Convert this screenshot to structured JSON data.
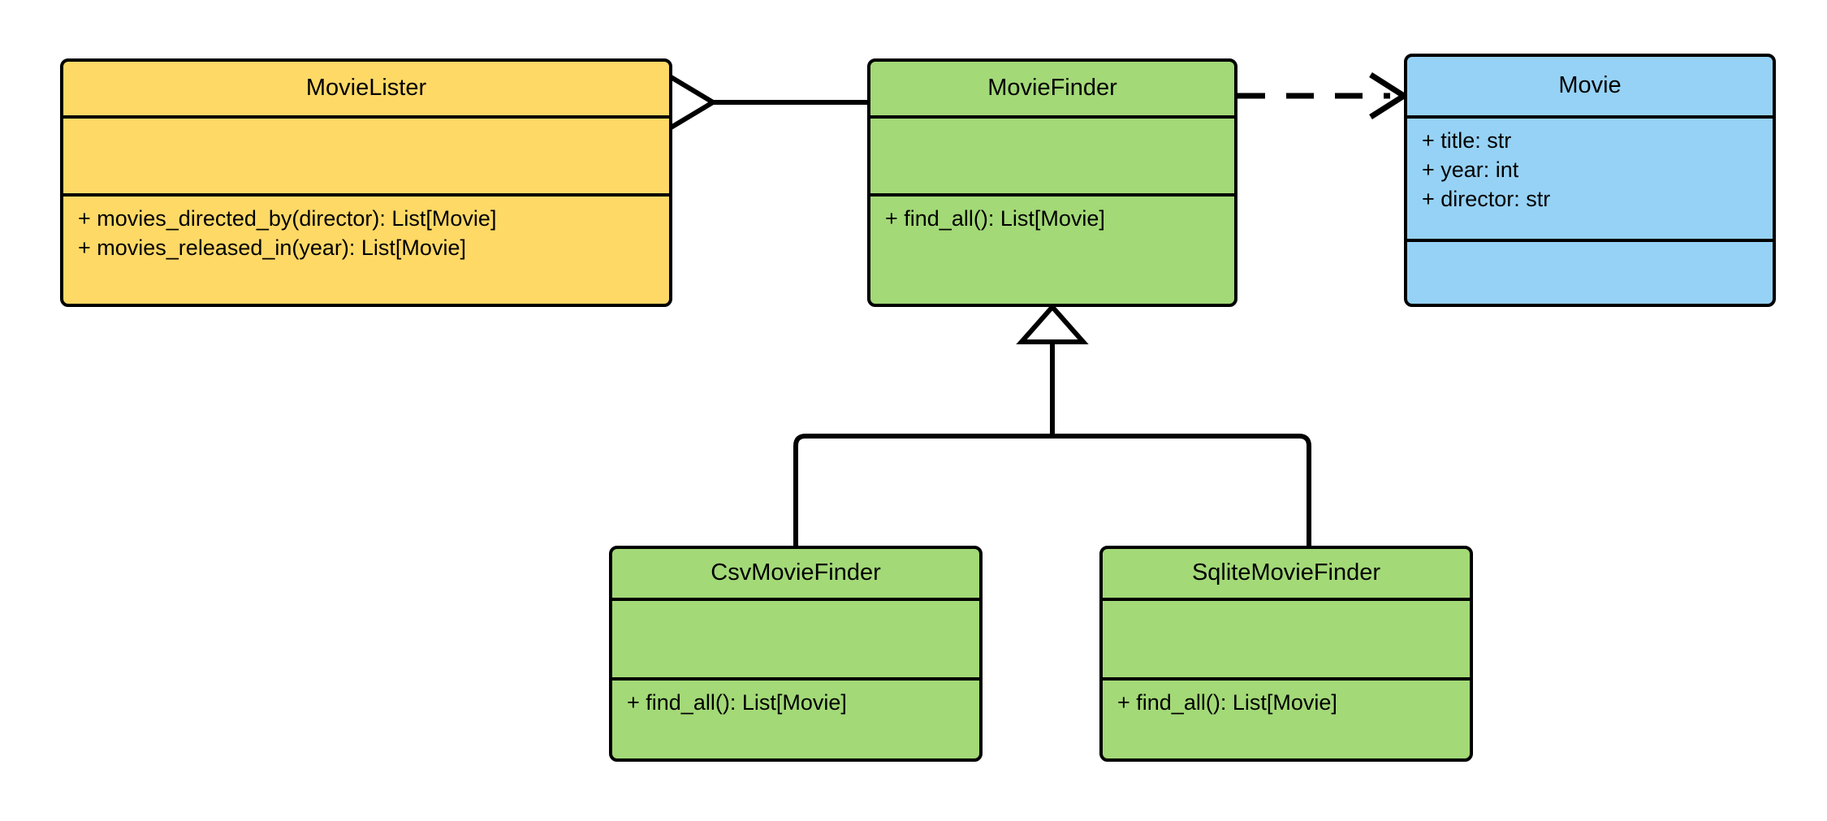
{
  "diagram": {
    "type": "uml-class-diagram",
    "background": "#ffffff",
    "line_color": "#000000",
    "palette": {
      "yellow": "#FFD966",
      "green": "#A3D977",
      "blue": "#96D2F5",
      "border": "#000000"
    },
    "classes": [
      {
        "id": "movielister",
        "name": "MovieLister",
        "color": "#FFD966",
        "attributes": [],
        "methods": [
          "+ movies_directed_by(director): List[Movie]",
          "+ movies_released_in(year): List[Movie]"
        ]
      },
      {
        "id": "moviefinder",
        "name": "MovieFinder",
        "color": "#A3D977",
        "attributes": [],
        "methods": [
          "+ find_all(): List[Movie]"
        ]
      },
      {
        "id": "movie",
        "name": "Movie",
        "color": "#96D2F5",
        "attributes": [
          "+ title: str",
          "+ year: int",
          "+ director: str"
        ],
        "methods": []
      },
      {
        "id": "csvmoviefinder",
        "name": "CsvMovieFinder",
        "color": "#A3D977",
        "attributes": [],
        "methods": [
          "+ find_all(): List[Movie]"
        ]
      },
      {
        "id": "sqlitemoviefinder",
        "name": "SqliteMovieFinder",
        "color": "#A3D977",
        "attributes": [],
        "methods": [
          "+ find_all(): List[Movie]"
        ]
      }
    ],
    "relationships": [
      {
        "id": "rel-aggregation",
        "kind": "aggregation",
        "from": "MovieLister",
        "to": "MovieFinder",
        "line_style": "solid",
        "source_marker": "hollow-diamond",
        "target_marker": "none"
      },
      {
        "id": "rel-dependency",
        "kind": "dependency",
        "from": "MovieFinder",
        "to": "Movie",
        "line_style": "dashed",
        "source_marker": "none",
        "target_marker": "open-arrow"
      },
      {
        "id": "rel-generalization-csv",
        "kind": "generalization",
        "from": "CsvMovieFinder",
        "to": "MovieFinder",
        "line_style": "solid",
        "source_marker": "none",
        "target_marker": "hollow-triangle"
      },
      {
        "id": "rel-generalization-sqlite",
        "kind": "generalization",
        "from": "SqliteMovieFinder",
        "to": "MovieFinder",
        "line_style": "solid",
        "source_marker": "none",
        "target_marker": "hollow-triangle"
      }
    ]
  }
}
